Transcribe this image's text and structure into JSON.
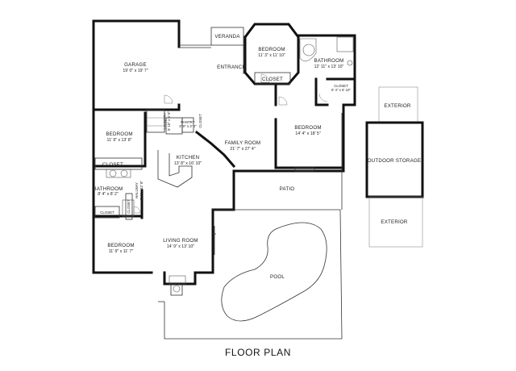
{
  "title": "FLOOR PLAN",
  "rooms": {
    "garage": {
      "name": "GARAGE",
      "dims": "19' 0\" x 19' 7\""
    },
    "veranda": {
      "name": "VERANDA"
    },
    "bedroom_top": {
      "name": "BEDROOM",
      "dims": "11' 3\" x 11' 10\""
    },
    "closet_top": {
      "name": "CLOSET"
    },
    "bathroom_master": {
      "name": "BATHROOM",
      "dims": "12' 11\" x 13' 10\""
    },
    "closet_master": {
      "name": "CLOSET",
      "dims": "6' 4\" x 6' 10\""
    },
    "entrance": {
      "name": "ENTRANCE"
    },
    "pantry": {
      "name": "PANTRY",
      "dims": "3' 0\" x 3' 0\""
    },
    "laundry": {
      "name": "LAUNDRY",
      "dims": "5' 10\" x 6' 5\""
    },
    "closet_kitchen": {
      "name": "CLOSET"
    },
    "bedroom_left": {
      "name": "BEDROOM",
      "dims": "11' 9\" x 13' 8\""
    },
    "closet_left": {
      "name": "CLOSET"
    },
    "bathroom_left": {
      "name": "BATHROOM",
      "dims": "8' 4\" x 8' 2\""
    },
    "hallway": {
      "name": "HALLWAY",
      "dims": "3' 1\" x 12' 8\""
    },
    "closet_hall": {
      "name": "CLOSET"
    },
    "closet_small": {
      "name": "CLOSET"
    },
    "kitchen": {
      "name": "KITCHEN",
      "dims": "13' 8\" x 16' 10\""
    },
    "family_room": {
      "name": "FAMILY ROOM",
      "dims": "21' 7\" x 27' 4\""
    },
    "bedroom_right": {
      "name": "BEDROOM",
      "dims": "14' 4\" x 18' 5\""
    },
    "patio": {
      "name": "PATIO"
    },
    "bedroom_bottom": {
      "name": "BEDROOM",
      "dims": "11' 9\" x 11' 7\""
    },
    "living_room": {
      "name": "LIVING ROOM",
      "dims": "14' 9\" x 13' 10\""
    },
    "pool": {
      "name": "POOL"
    },
    "exterior_top": {
      "name": "EXTERIOR"
    },
    "outdoor_storage": {
      "name": "OUTDOOR STORAGE"
    },
    "exterior_bottom": {
      "name": "EXTERIOR"
    }
  }
}
